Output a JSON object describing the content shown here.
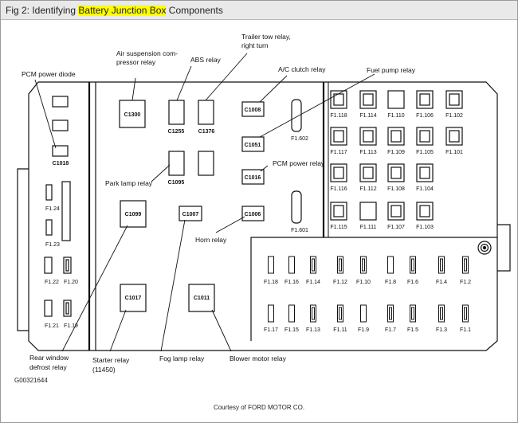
{
  "title": {
    "prefix": "Fig 2: Identifying ",
    "highlight": "Battery Junction Box",
    "suffix": " Components"
  },
  "figure_id": "G00321644",
  "credit": "Courtesy of FORD MOTOR CO.",
  "callouts": {
    "pcm_power_diode": "PCM power diode",
    "air_susp_1": "Air suspension com-",
    "air_susp_2": "pressor relay",
    "abs_relay": "ABS relay",
    "trailer_1": "Trailer tow relay,",
    "trailer_2": "right turn",
    "ac_clutch": "A/C clutch relay",
    "fuel_pump": "Fuel pump relay",
    "pcm_power_relay": "PCM power relay",
    "park_lamp": "Park lamp relay",
    "horn_relay": "Horn relay",
    "rear_window_1": "Rear window",
    "rear_window_2": "defrost relay",
    "starter_1": "Starter relay",
    "starter_2": "(11450)",
    "fog_lamp": "Fog lamp relay",
    "blower_motor": "Blower motor relay"
  },
  "relays": {
    "C1300": "C1300",
    "C1255": "C1255",
    "C1376": "C1376",
    "C1008": "C1008",
    "C1051": "C1051",
    "C1016": "C1016",
    "C1006": "C1006",
    "C1007": "C1007",
    "C1099": "C1099",
    "C1095": "C1095",
    "C1018": "C1018",
    "C1017": "C1017",
    "C1011": "C1011"
  },
  "fuses": {
    "F1_602": "F1.602",
    "F1_601": "F1.601",
    "F1_24": "F1.24",
    "F1_23": "F1.23",
    "F1_22": "F1.22",
    "F1_20": "F1.20",
    "F1_21": "F1.21",
    "F1_19": "F1.19",
    "F1_118": "F1.118",
    "F1_114": "F1.114",
    "F1_110": "F1.110",
    "F1_106": "F1.106",
    "F1_102": "F1.102",
    "F1_117": "F1.117",
    "F1_113": "F1.113",
    "F1_109": "F1.109",
    "F1_105": "F1.105",
    "F1_101": "F1.101",
    "F1_116": "F1.116",
    "F1_112": "F1.112",
    "F1_108": "F1.108",
    "F1_104": "F1.104",
    "F1_115": "F1.115",
    "F1_111": "F1.111",
    "F1_107": "F1.107",
    "F1_103": "F1.103",
    "F1_18": "F1.18",
    "F1_16": "F1.16",
    "F1_14": "F1.14",
    "F1_12": "F1.12",
    "F1_10": "F1.10",
    "F1_8": "F1.8",
    "F1_6": "F1.6",
    "F1_4": "F1.4",
    "F1_2": "F1.2",
    "F1_17": "F1.17",
    "F1_15": "F1.15",
    "F1_13": "F1.13",
    "F1_11": "F1.11",
    "F1_9": "F1.9",
    "F1_7": "F1.7",
    "F1_5": "F1.5",
    "F1_3": "F1.3",
    "F1_1": "F1.1"
  }
}
